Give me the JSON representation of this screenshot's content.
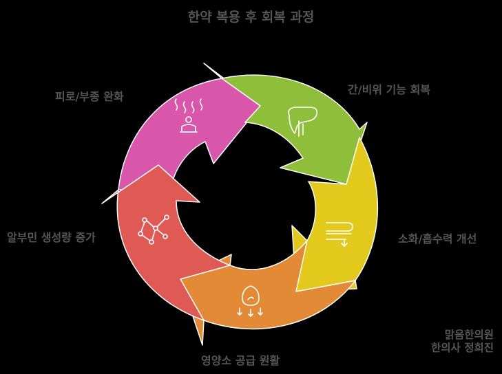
{
  "title": "한약 복용 후 회복 과정",
  "steps": [
    {
      "label": "간/비위 기능 회복",
      "color": "#8fbf3a",
      "icon": "liver-icon"
    },
    {
      "label": "소화/흡수력 개선",
      "color": "#e2c91c",
      "icon": "digestion-icon"
    },
    {
      "label": "영양소 공급 원활",
      "color": "#e28a35",
      "icon": "nutrient-drop-icon"
    },
    {
      "label": "알부민 생성량 증가",
      "color": "#e05a55",
      "icon": "molecule-icon"
    },
    {
      "label": "피로/부종 완화",
      "color": "#d957ab",
      "icon": "relaxing-person-icon"
    }
  ],
  "clinic": {
    "name": "맑음한의원",
    "doctor": "한의사 정희진"
  }
}
